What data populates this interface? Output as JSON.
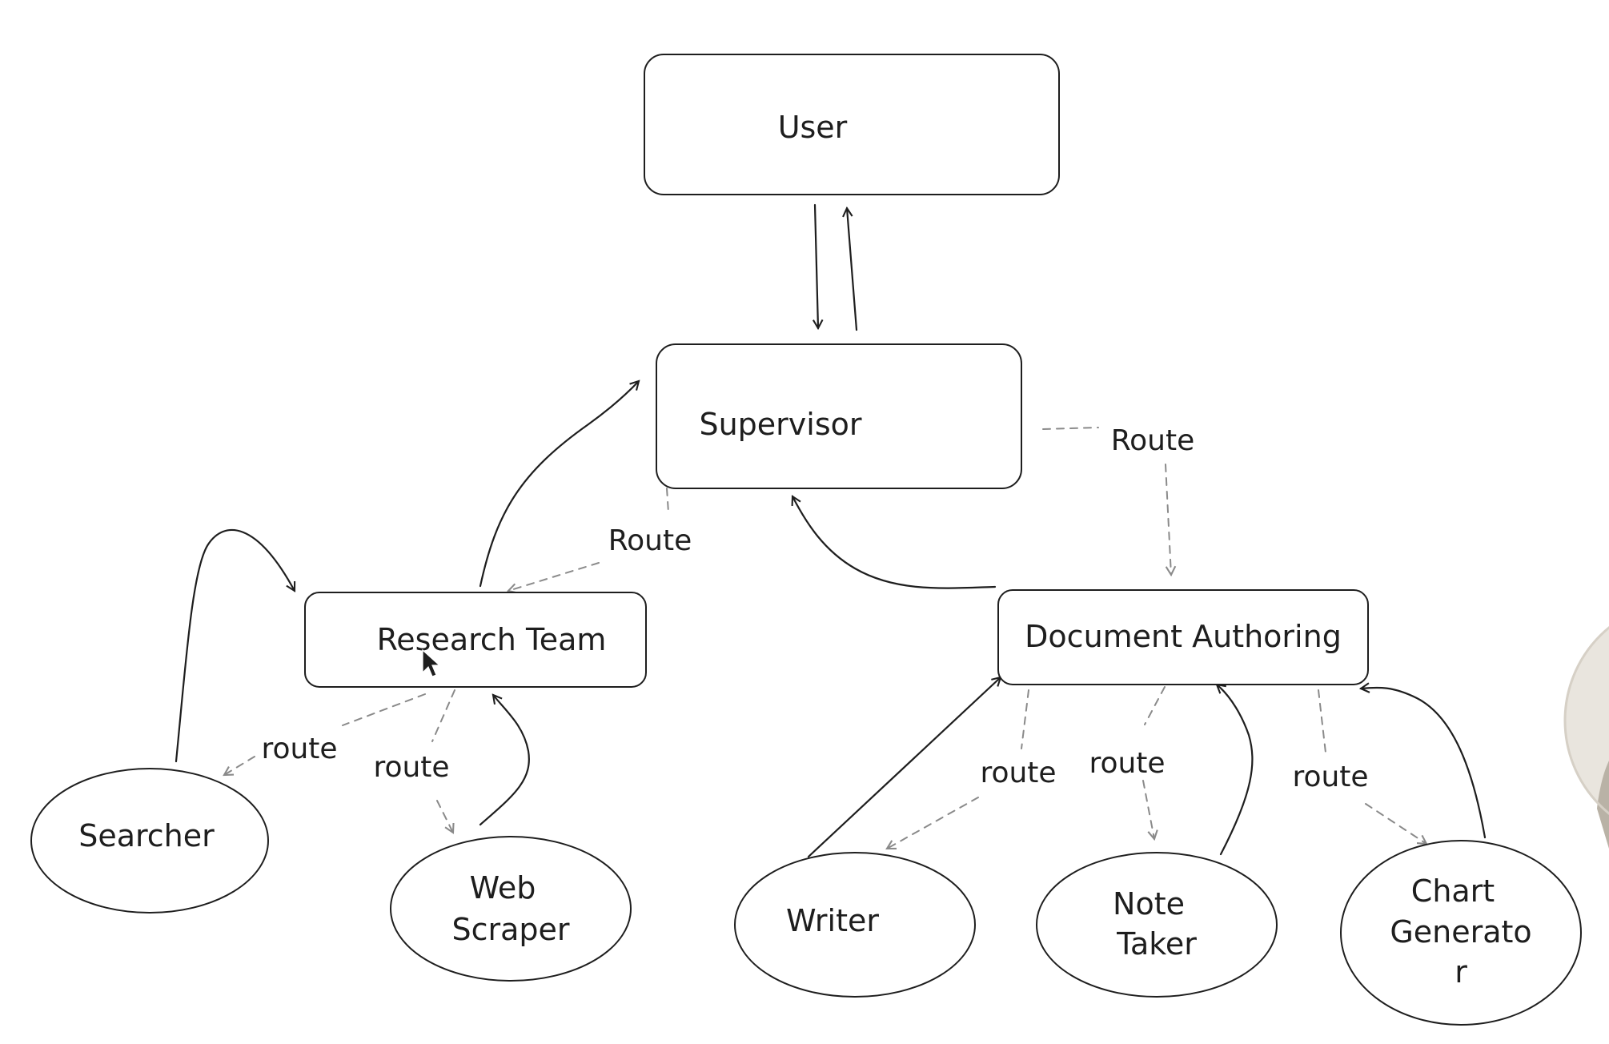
{
  "diagram": {
    "nodes": {
      "user": "User",
      "supervisor": "Supervisor",
      "research_team": "Research Team",
      "document_authoring": "Document Authoring",
      "searcher": "Searcher",
      "web_scraper_l1": "Web",
      "web_scraper_l2": "Scraper",
      "writer": "Writer",
      "note_taker_l1": "Note",
      "note_taker_l2": "Taker",
      "chart_generator_l1": "Chart",
      "chart_generator_l2": "Generato",
      "chart_generator_l3": "r"
    },
    "edge_labels": {
      "supervisor_to_research": "Route",
      "supervisor_to_document": "Route",
      "research_to_searcher": "route",
      "research_to_web_scraper": "route",
      "document_to_writer": "route",
      "document_to_note_taker": "route",
      "document_to_chart_generator": "route"
    }
  }
}
